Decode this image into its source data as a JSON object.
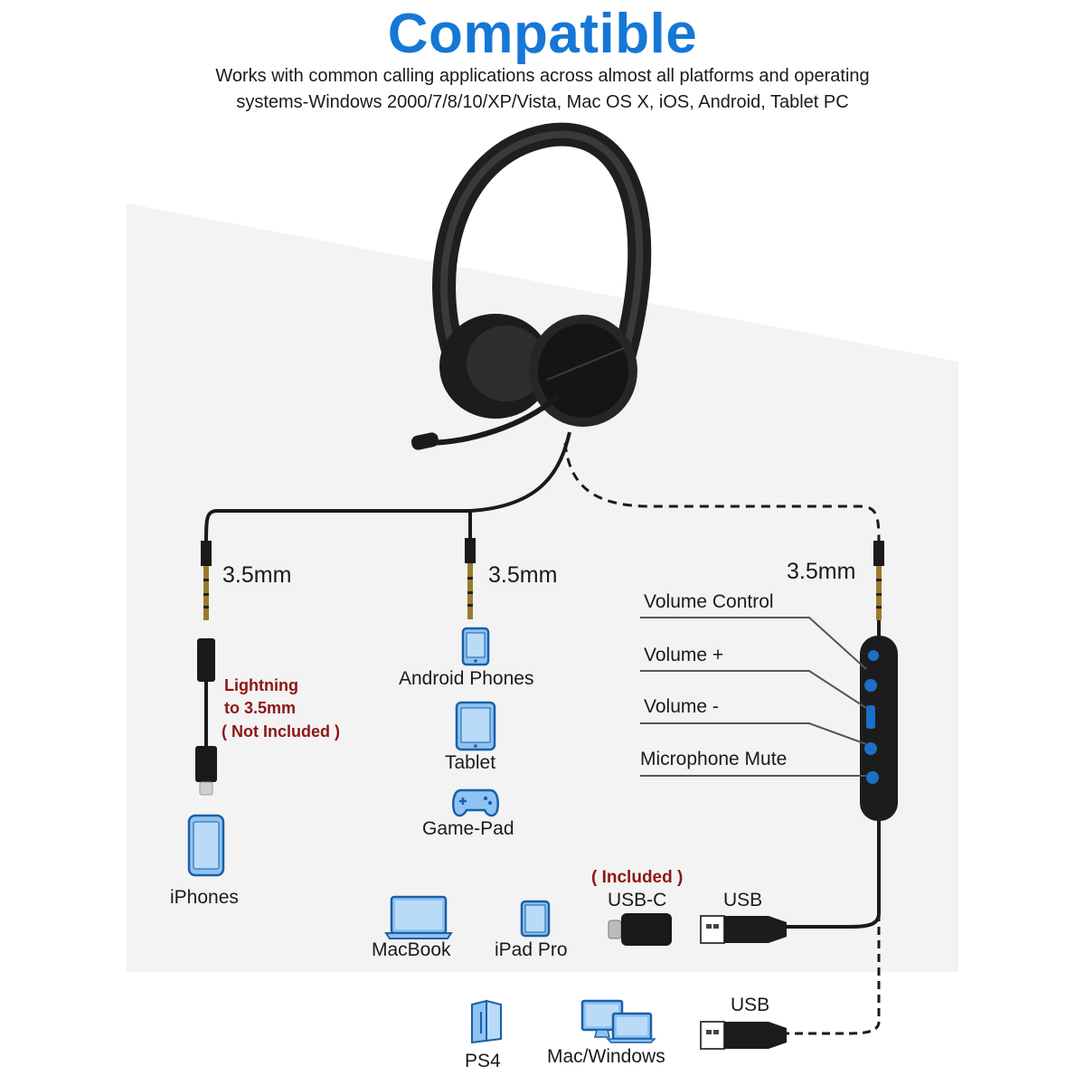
{
  "header": {
    "title": "Compatible",
    "subtitle_line1": "Works with common calling applications across almost all platforms and operating",
    "subtitle_line2": "systems-Windows 2000/7/8/10/XP/Vista, Mac OS X, iOS, Android, Tablet PC"
  },
  "connectors": {
    "jack_left": "3.5mm",
    "jack_middle": "3.5mm",
    "jack_right": "3.5mm",
    "usb_top": "USB",
    "usb_bottom": "USB",
    "usb_c": "USB-C",
    "usb_c_note": "( Included )"
  },
  "adapter": {
    "line1": "Lightning",
    "line2": "to 3.5mm",
    "line3": "( Not Included )"
  },
  "controls": {
    "volume_control": "Volume Control",
    "volume_up": "Volume +",
    "volume_down": "Volume -",
    "mic_mute": "Microphone Mute"
  },
  "devices": {
    "iphones": "iPhones",
    "android_phones": "Android Phones",
    "tablet": "Tablet",
    "gamepad": "Game-Pad",
    "macbook": "MacBook",
    "ipad_pro": "iPad Pro",
    "ps4": "PS4",
    "mac_windows": "Mac/Windows"
  },
  "colors": {
    "title": "#1677d6",
    "adapter_note": "#8c1717",
    "device_icon_fill": "#8fc3f2",
    "device_icon_stroke": "#1a5fa8",
    "button_blue": "#1c6fc7"
  }
}
